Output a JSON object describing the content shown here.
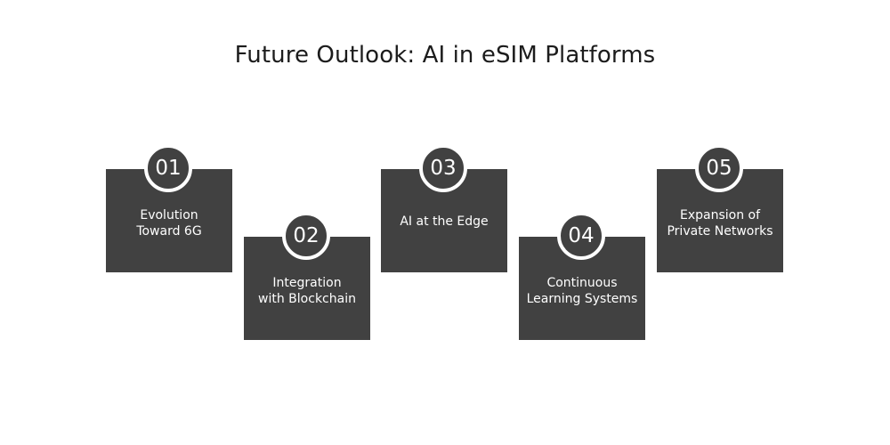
{
  "title": "Future Outlook: AI in eSIM Platforms",
  "steps": [
    {
      "number": "01",
      "label": "Evolution\nToward 6G"
    },
    {
      "number": "02",
      "label": "Integration\nwith Blockchain"
    },
    {
      "number": "03",
      "label": "AI at the Edge"
    },
    {
      "number": "04",
      "label": "Continuous\nLearning Systems"
    },
    {
      "number": "05",
      "label": "Expansion of\nPrivate Networks"
    }
  ],
  "colors": {
    "card": "#414141",
    "title": "#1c1c1c",
    "text": "#ffffff"
  }
}
